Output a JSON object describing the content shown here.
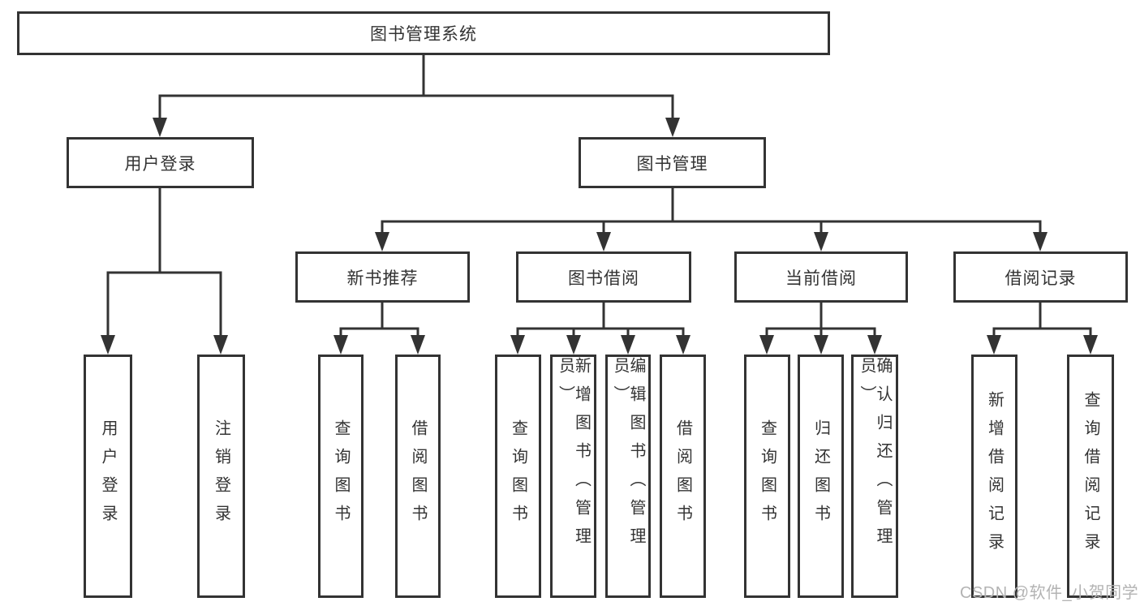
{
  "tree": {
    "label": "图书管理系统",
    "children": [
      {
        "label": "用户登录",
        "children": [
          {
            "label": "用户登录"
          },
          {
            "label": "注销登录"
          }
        ]
      },
      {
        "label": "图书管理",
        "children": [
          {
            "label": "新书推荐",
            "children": [
              {
                "label": "查询图书"
              },
              {
                "label": "借阅图书"
              }
            ]
          },
          {
            "label": "图书借阅",
            "children": [
              {
                "label": "查询图书"
              },
              {
                "label": "新增图书（管理员）"
              },
              {
                "label": "编辑图书（管理员）"
              },
              {
                "label": "借阅图书"
              }
            ]
          },
          {
            "label": "当前借阅",
            "children": [
              {
                "label": "查询图书"
              },
              {
                "label": "归还图书"
              },
              {
                "label": "确认归还（管理员）"
              }
            ]
          },
          {
            "label": "借阅记录",
            "children": [
              {
                "label": "新增借阅记录"
              },
              {
                "label": "查询借阅记录"
              }
            ]
          }
        ]
      }
    ]
  },
  "watermark": {
    "text": "CSDN @软件_小贺同学"
  },
  "colors": {
    "line": "#333333",
    "text": "#333333",
    "box_background": "#ffffff",
    "watermark": "#b3b3b3",
    "page_background": "#ffffff"
  }
}
